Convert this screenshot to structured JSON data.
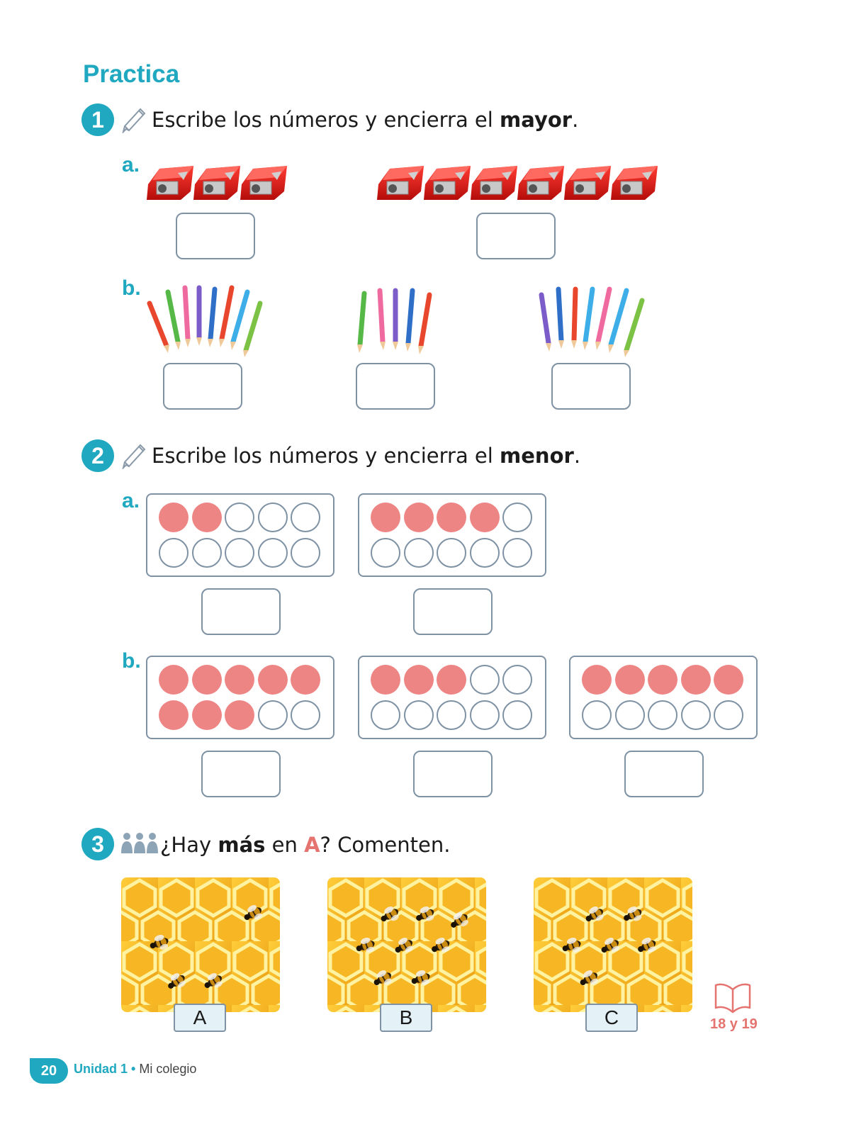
{
  "title": "Practica",
  "exercise1": {
    "number": "1",
    "instruction_pre": "Escribe los números y encierra el ",
    "instruction_bold": "mayor",
    "instruction_post": ".",
    "part_a": {
      "label": "a.",
      "groups": [
        {
          "item": "sharpener",
          "count": 3
        },
        {
          "item": "sharpener",
          "count": 6
        }
      ]
    },
    "part_b": {
      "label": "b.",
      "groups": [
        {
          "item": "colored-pencil",
          "count": 8
        },
        {
          "item": "colored-pencil",
          "count": 5
        },
        {
          "item": "colored-pencil",
          "count": 7
        }
      ]
    }
  },
  "exercise2": {
    "number": "2",
    "instruction_pre": "Escribe los números y encierra el ",
    "instruction_bold": "menor",
    "instruction_post": ".",
    "part_a": {
      "label": "a.",
      "frames": [
        2,
        4
      ]
    },
    "part_b": {
      "label": "b.",
      "frames": [
        8,
        3,
        5
      ]
    }
  },
  "exercise3": {
    "number": "3",
    "q_pre": "¿Hay ",
    "q_bold": "más",
    "q_mid": " en ",
    "q_letter": "A",
    "q_post": "? Comenten.",
    "photos": [
      {
        "label": "A",
        "bees": 4
      },
      {
        "label": "B",
        "bees": 8
      },
      {
        "label": "C",
        "bees": 6
      }
    ]
  },
  "reference": {
    "pages": "18 y 19"
  },
  "footer": {
    "page_number": "20",
    "unit": "Unidad 1",
    "separator": "•",
    "chapter": "Mi colegio"
  },
  "colors": {
    "accent": "#1fa8c0",
    "counter_fill": "#ee8585",
    "box_border": "#7e92a4",
    "ref": "#e5736f"
  },
  "icons": {
    "pencil": "pencil-icon",
    "group": "group-work-icon",
    "book": "book-icon"
  }
}
